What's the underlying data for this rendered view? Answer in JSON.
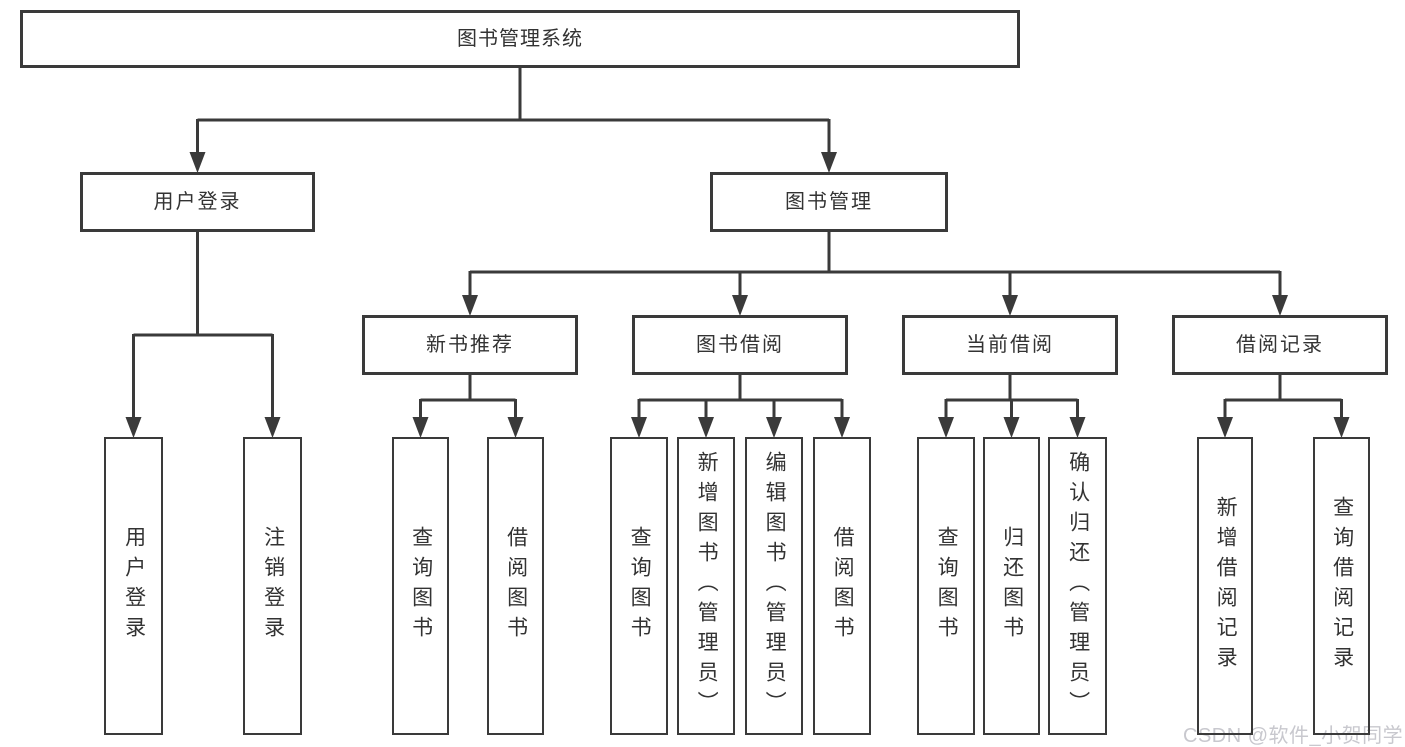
{
  "diagram": {
    "tree": {
      "label": "图书管理系统",
      "children": [
        {
          "label": "用户登录",
          "children": [
            {
              "label": "用户登录"
            },
            {
              "label": "注销登录"
            }
          ]
        },
        {
          "label": "图书管理",
          "children": [
            {
              "label": "新书推荐",
              "children": [
                {
                  "label": "查询图书"
                },
                {
                  "label": "借阅图书"
                }
              ]
            },
            {
              "label": "图书借阅",
              "children": [
                {
                  "label": "查询图书"
                },
                {
                  "label": "新增图书（管理员）"
                },
                {
                  "label": "编辑图书（管理员）"
                },
                {
                  "label": "借阅图书"
                }
              ]
            },
            {
              "label": "当前借阅",
              "children": [
                {
                  "label": "查询图书"
                },
                {
                  "label": "归还图书"
                },
                {
                  "label": "确认归还（管理员）"
                }
              ]
            },
            {
              "label": "借阅记录",
              "children": [
                {
                  "label": "新增借阅记录"
                },
                {
                  "label": "查询借阅记录"
                }
              ]
            }
          ]
        }
      ]
    },
    "line_color": "#3a3a3a",
    "text_color": "#333333"
  },
  "watermark": {
    "text": "CSDN @软件_小贺同学",
    "color": "#c8c8ce"
  }
}
